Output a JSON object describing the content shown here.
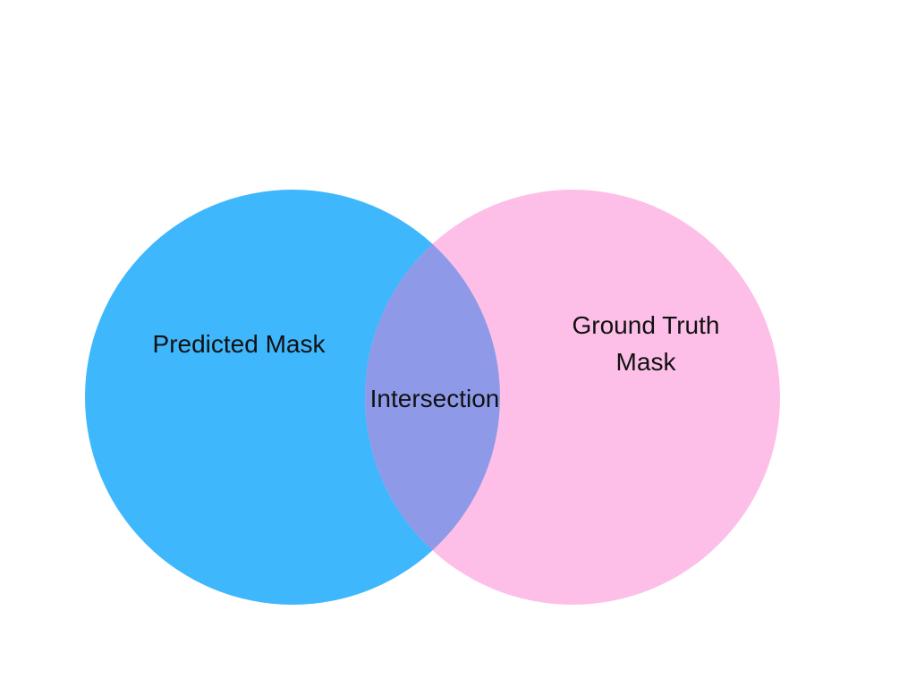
{
  "diagram": {
    "sets": [
      {
        "id": "predicted",
        "label": "Predicted Mask",
        "color": "#3fb7fc"
      },
      {
        "id": "ground-truth",
        "label_lines": [
          "Ground Truth",
          "Mask"
        ],
        "color": "#fdbfe8"
      }
    ],
    "overlap": {
      "label": "Intersection",
      "color": "#8e9ae8"
    }
  }
}
